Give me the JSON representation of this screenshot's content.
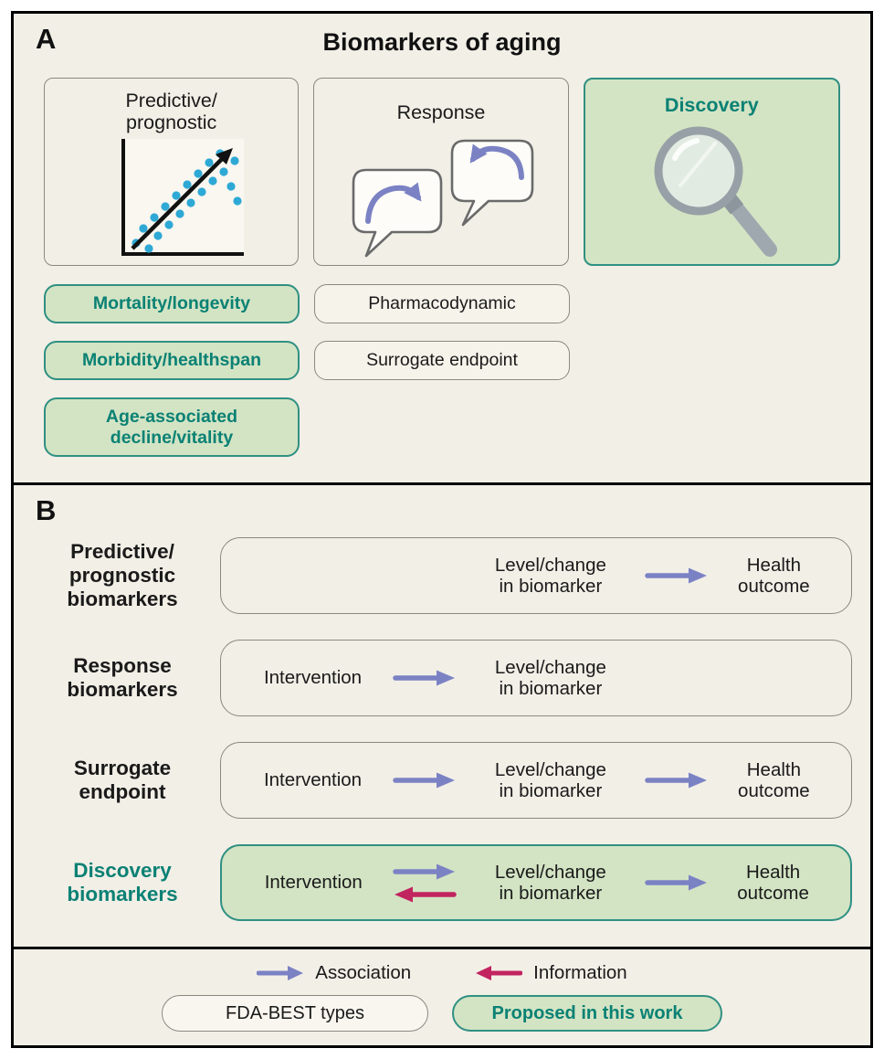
{
  "colors": {
    "background": "#f2efe7",
    "teal_accent": "#0a8174",
    "teal_border": "#2f9082",
    "green_fill": "#d3e4c4",
    "gray_border": "#8b897f",
    "association_purple": "#7b82c4",
    "information_pink": "#c1245f",
    "scatter_dot_blue": "#2ea9d6"
  },
  "panel_a": {
    "label": "A",
    "title": "Biomarkers of aging",
    "cards": [
      {
        "title": "Predictive/\nprognostic",
        "icon": "scatter-plot",
        "highlighted": false
      },
      {
        "title": "Response",
        "icon": "speech-bubbles",
        "highlighted": false
      },
      {
        "title": "Discovery",
        "icon": "magnifying-glass",
        "highlighted": true
      }
    ],
    "outcome_pills": [
      "Mortality/longevity",
      "Morbidity/healthspan",
      "Age-associated\ndecline/vitality"
    ],
    "fda_pills": [
      "Pharmacodynamic",
      "Surrogate endpoint"
    ]
  },
  "panel_b": {
    "label": "B",
    "rows": [
      {
        "label": "Predictive/\nprognostic\nbiomarkers",
        "level_change": "Level/change\nin biomarker",
        "health_outcome": "Health\noutcome",
        "highlighted": false
      },
      {
        "label": "Response\nbiomarkers",
        "intervention": "Intervention",
        "level_change": "Level/change\nin biomarker",
        "highlighted": false
      },
      {
        "label": "Surrogate\nendpoint",
        "intervention": "Intervention",
        "level_change": "Level/change\nin biomarker",
        "health_outcome": "Health\noutcome",
        "highlighted": false
      },
      {
        "label": "Discovery\nbiomarkers",
        "intervention": "Intervention",
        "level_change": "Level/change\nin biomarker",
        "health_outcome": "Health\noutcome",
        "highlighted": true
      }
    ]
  },
  "legend": {
    "association_label": "Association",
    "information_label": "Information",
    "fda_pill": "FDA-BEST types",
    "proposed_pill": "Proposed in this work"
  }
}
